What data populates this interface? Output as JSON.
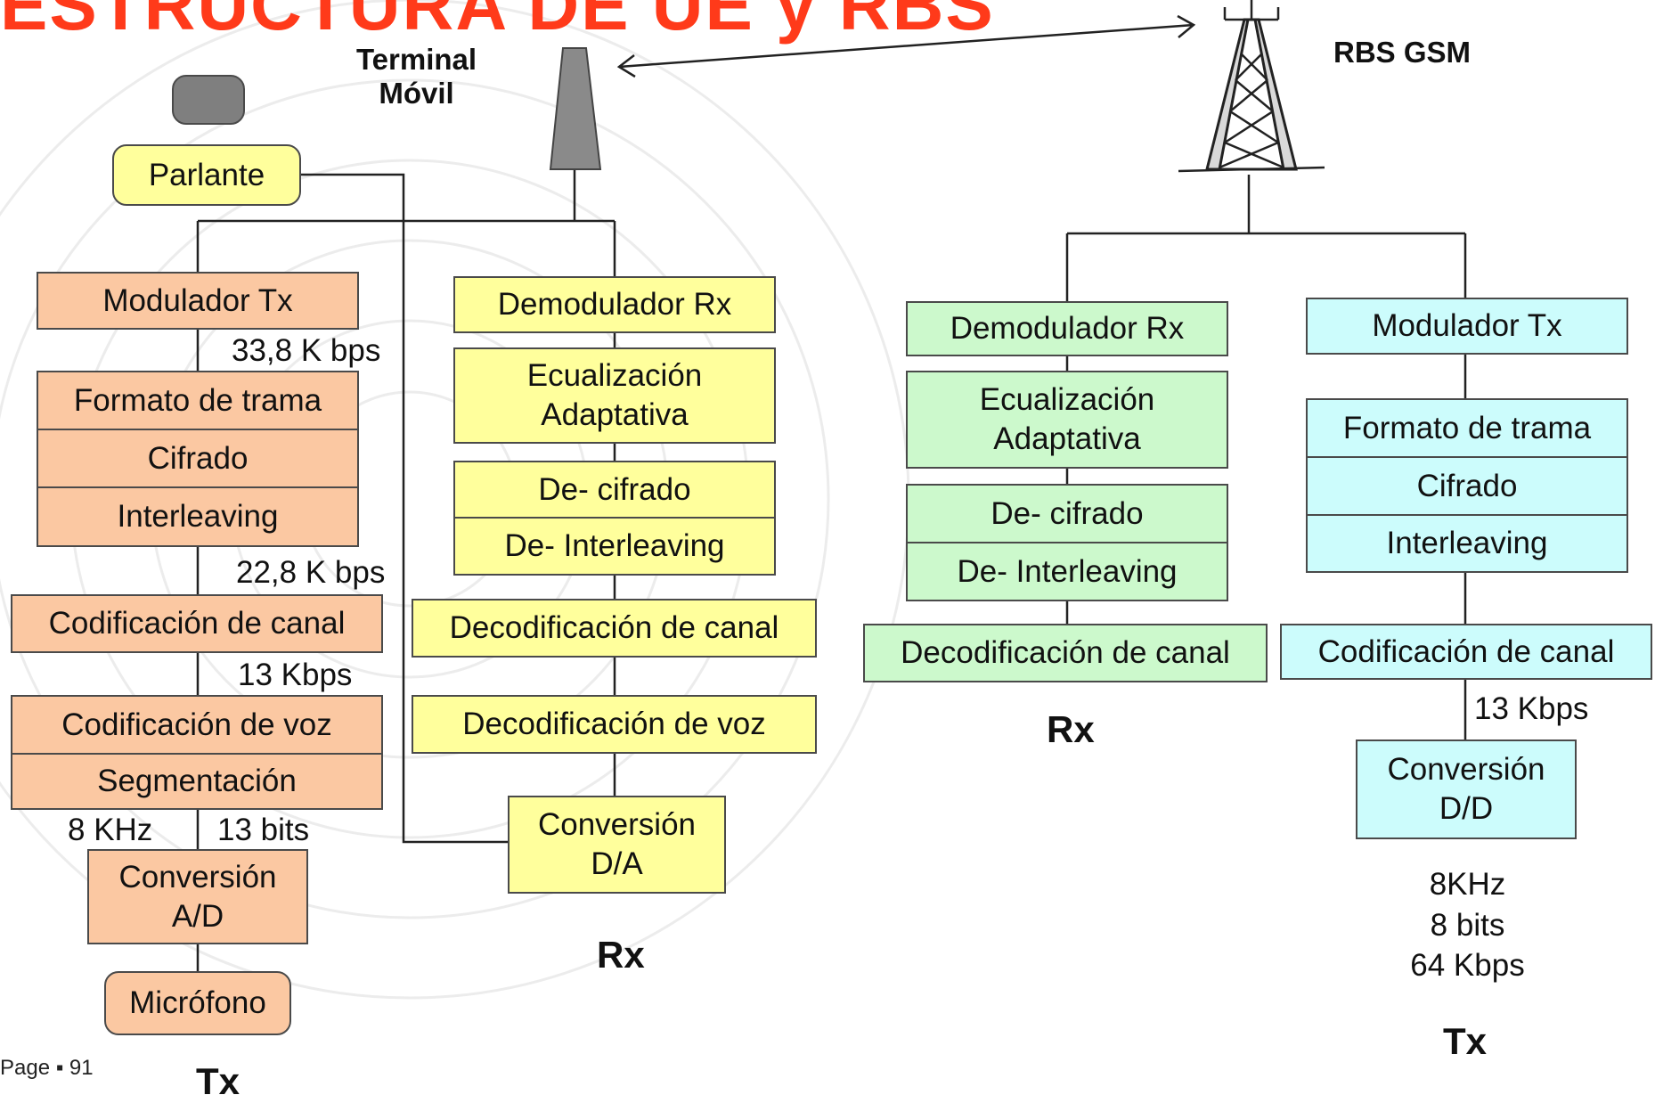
{
  "title": "ESTRUCTURA DE UE y RBS",
  "terminal_label": "Terminal\nMóvil",
  "rbs_label": "RBS GSM",
  "page_number": "Page ▪ 91",
  "terminal": {
    "tx": {
      "heading": "Tx",
      "parlante": "Parlante",
      "modulador": "Modulador Tx",
      "rate_1": "33,8 K bps",
      "formato": "Formato de trama",
      "cifrado": "Cifrado",
      "interleaving": "Interleaving",
      "rate_2": "22,8 K bps",
      "cod_canal": "Codificación de canal",
      "rate_3": "13 Kbps",
      "cod_voz": "Codificación de voz",
      "segmentacion": "Segmentación",
      "khz": "8 KHz",
      "bits": "13 bits",
      "conversion": "Conversión\nA/D",
      "microfono": "Micrófono"
    },
    "rx": {
      "heading": "Rx",
      "demodulador": "Demodulador Rx",
      "ecualizacion": "Ecualización\nAdaptativa",
      "decifrado": "De- cifrado",
      "deinterleaving": "De- Interleaving",
      "decod_canal": "Decodificación de canal",
      "decod_voz": "Decodificación de voz",
      "conversion": "Conversión\nD/A"
    }
  },
  "rbs": {
    "rx": {
      "heading": "Rx",
      "demodulador": "Demodulador Rx",
      "ecualizacion": "Ecualización\nAdaptativa",
      "decifrado": "De- cifrado",
      "deinterleaving": "De- Interleaving",
      "decod_canal": "Decodificación de canal"
    },
    "tx": {
      "heading": "Tx",
      "modulador": "Modulador Tx",
      "formato": "Formato de trama",
      "cifrado": "Cifrado",
      "interleaving": "Interleaving",
      "cod_canal": "Codificación de canal",
      "rate": "13 Kbps",
      "conversion": "Conversión\nD/D",
      "specs": "8KHz\n8 bits\n64 Kbps"
    }
  },
  "colors": {
    "terminal_tx": "#fbc8a2",
    "terminal_rx": "#ffff9c",
    "rbs_rx": "#ccf9cc",
    "rbs_tx": "#ccfcfc",
    "title": "#ff3a1a"
  }
}
